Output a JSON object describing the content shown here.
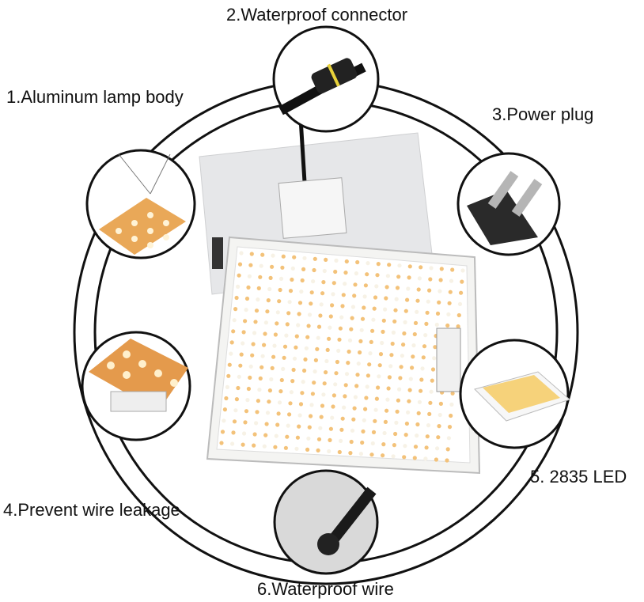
{
  "labels": {
    "aluminum": "1.Aluminum lamp body",
    "connector": "2.Waterproof connector",
    "plug": "3.Power plug",
    "leakage": "4.Prevent wire leakage",
    "led": "5. 2835 LED",
    "wire": "6.Waterproof wire"
  },
  "colors": {
    "ring": "#111111",
    "led_warm": "#f3c27a",
    "led_white": "#f7f2e6",
    "panel": "#f4f4f2"
  }
}
